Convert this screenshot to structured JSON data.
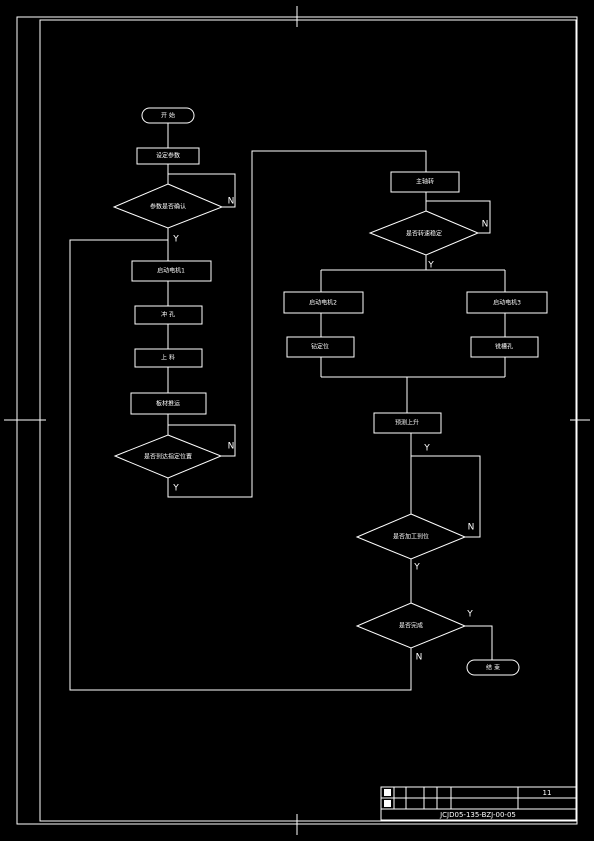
{
  "flowchart": {
    "start": "开 始",
    "end": "结 束",
    "process": {
      "p1": "设定参数",
      "p2": "启动电机1",
      "p3": "冲 孔",
      "p4": "上 料",
      "p5": "板材推运",
      "p6": "主轴转",
      "p7": "启动电机2",
      "p8": "启动电机3",
      "p9": "钻定位",
      "p10": "铣槽孔",
      "p11": "预测上升"
    },
    "decision": {
      "d1": "参数是否确认",
      "d2": "是否到达指定位置",
      "d3": "是否转速稳定",
      "d4": "是否加工到位",
      "d5": "是否完成"
    },
    "edge_labels": {
      "yes": "Y",
      "no": "N"
    }
  },
  "title_block": {
    "sheet": "11",
    "drawing_number": "JCJD05-135-BZJ-00-05"
  }
}
